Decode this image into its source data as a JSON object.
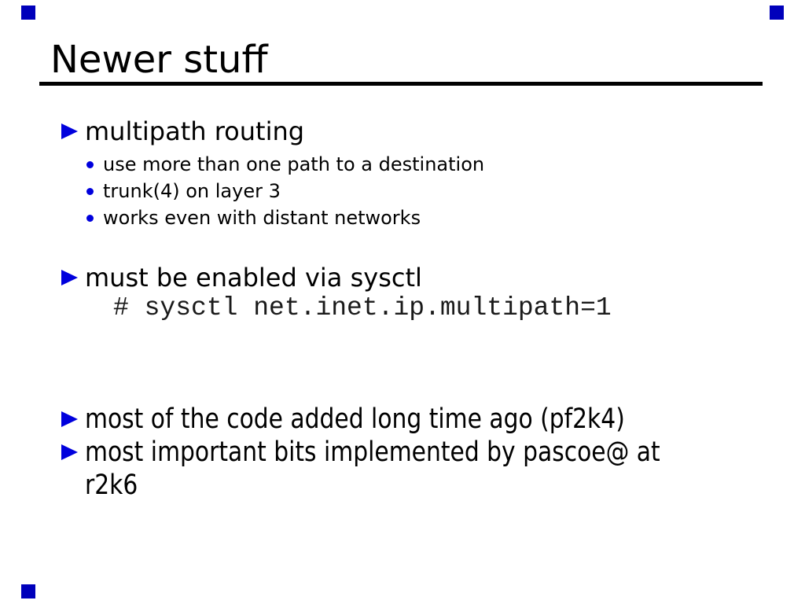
{
  "colors": {
    "bullet_blue": "#0000dd",
    "corner_square_blue": "#0000bb",
    "text": "#000000",
    "background": "#ffffff",
    "title_rule": "#000000"
  },
  "decorations": {
    "corner_squares": [
      "top-left",
      "top-right",
      "bottom-left"
    ]
  },
  "slide": {
    "title": "Newer stuff",
    "bullets": [
      {
        "label": "multipath routing",
        "subitems": [
          "use more than one path to a destination",
          "trunk(4) on layer 3",
          "works even with distant networks"
        ]
      },
      {
        "label": "must be enabled via sysctl",
        "code": "# sysctl net.inet.ip.multipath=1"
      },
      {
        "label": "most of the code added long time ago (pf2k4)"
      },
      {
        "label": "most important bits implemented by pascoe@ at r2k6"
      }
    ]
  }
}
